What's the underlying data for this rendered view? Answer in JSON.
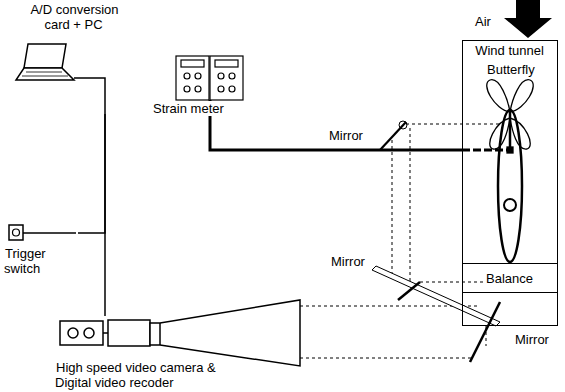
{
  "diagram": {
    "nodes": [
      {
        "text": [
          "A/D conversion card + PC"
        ]
      },
      {
        "text": [
          "Strain meter"
        ]
      },
      {
        "text": [
          "Trigger switch"
        ]
      },
      {
        "text": [
          "High speed video camera & Digital video recoder"
        ]
      },
      {
        "text": [
          "Wind tunnel"
        ]
      },
      {
        "text": [
          "Balance"
        ],
        "in": 4
      }
    ],
    "edges": [
      {
        "from": 0,
        "to": 2,
        "arrow": "none"
      },
      {
        "from": 0,
        "to": 3,
        "arrow": "none"
      },
      {
        "from": 1,
        "to": 4,
        "arrow": "none"
      }
    ],
    "labels": [
      "Air",
      "Butterfly",
      "Mirror",
      "Mirror",
      "Mirror"
    ]
  }
}
